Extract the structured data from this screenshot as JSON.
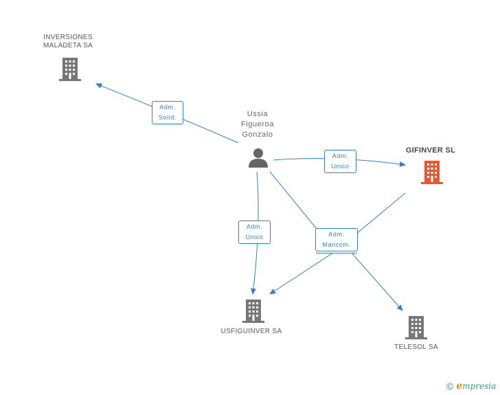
{
  "nodes": {
    "person": {
      "name_line1": "Ussia",
      "name_line2": "Figueroa",
      "name_line3": "Gonzalo"
    },
    "inversiones": {
      "line1": "INVERSIONES",
      "line2": "MALADETA SA"
    },
    "gifinver": {
      "name": "GIFINVER SL"
    },
    "usfiguinver": {
      "name": "USFIGUINVER SA"
    },
    "telesol": {
      "name": "TELESOL SA"
    }
  },
  "edges": {
    "solid": {
      "line1": "Adm.",
      "line2": "Solid."
    },
    "unico_gifinver": {
      "line1": "Adm.",
      "line2": "Unico"
    },
    "unico_usfiguinver": {
      "line1": "Adm.",
      "line2": "Unico"
    },
    "mancom": {
      "line1": "Adm.",
      "line2": "Mancom."
    }
  },
  "colors": {
    "edge": "#2f7fd0",
    "building": "#777777",
    "focus_building": "#f0552a",
    "person": "#666666"
  },
  "footer": {
    "copyright": "©",
    "brand_initial": "e",
    "brand_rest": "mpresia"
  }
}
